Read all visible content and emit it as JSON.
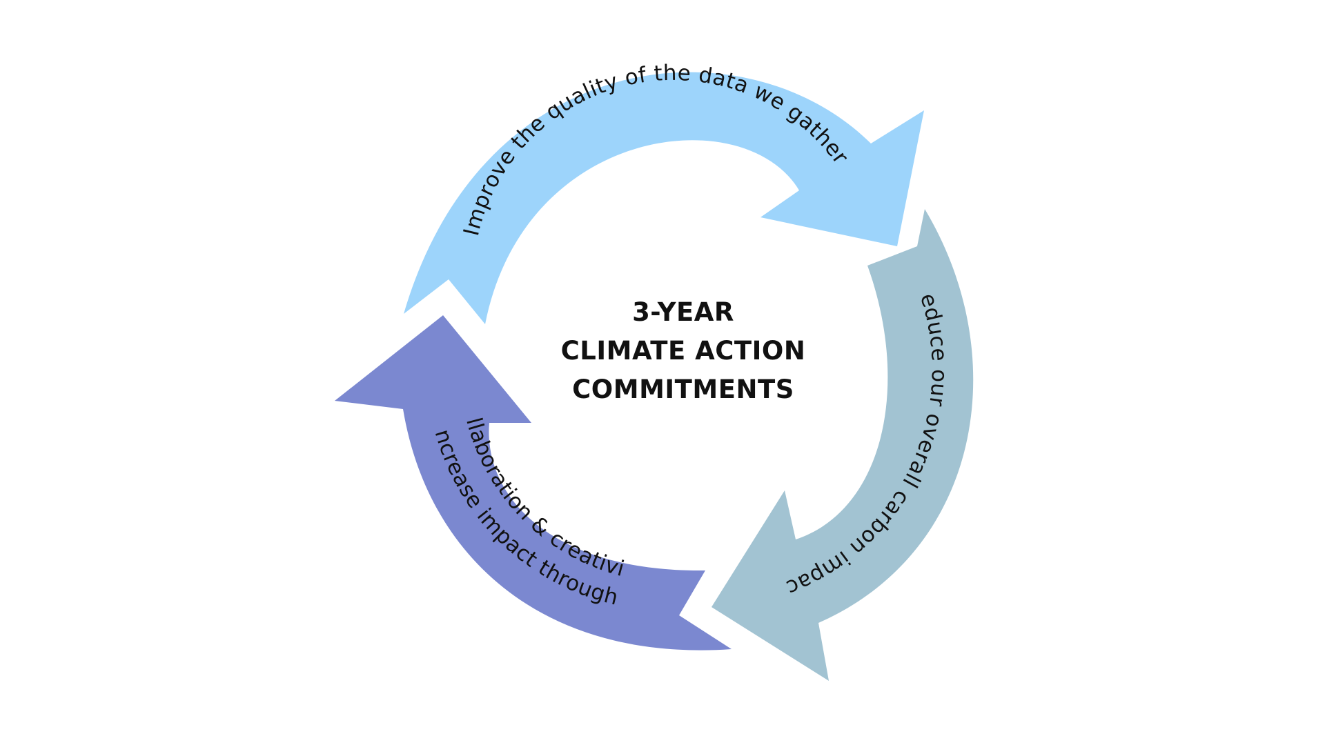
{
  "title": {
    "line1": "3-YEAR",
    "line2": "CLIMATE ACTION",
    "line3": "COMMITMENTS"
  },
  "arrows": [
    {
      "id": "top",
      "label": "Improve the quality of the data we gather",
      "color": "#9dd4fb"
    },
    {
      "id": "right",
      "label": "Reduce our overall carbon impact",
      "color": "#a2c3d2"
    },
    {
      "id": "left",
      "label_line1": "Increase impact through",
      "label_line2": "collaboration & creativity",
      "color": "#7b88d0"
    }
  ]
}
